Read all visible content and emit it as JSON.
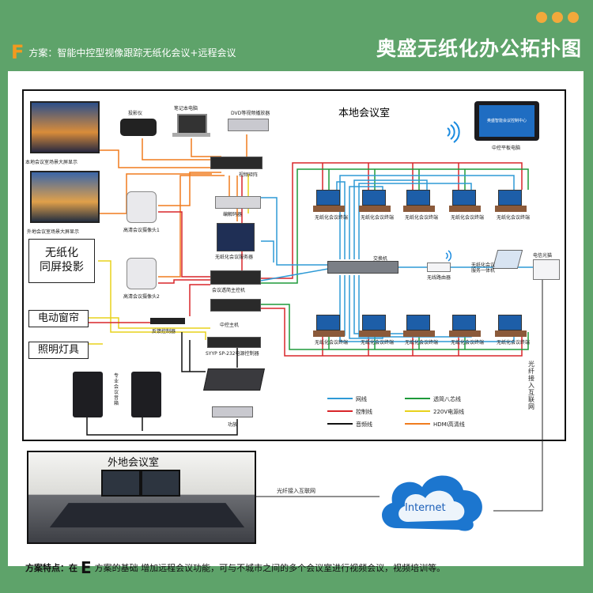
{
  "header": {
    "plan_letter": "F",
    "plan_text": "方案：智能中控型视像跟踪无纸化会议+远程会议",
    "title": "奥盛无纸化办公拓扑图"
  },
  "rooms": {
    "local": "本地会议室",
    "remote": "外地会议室"
  },
  "devices": {
    "projector": "投影仪",
    "laptop": "笔记本电脑",
    "dvd": "DVD等视频播放器",
    "screen1": "本地会议室场景大屏显示",
    "screen2": "外地会议室场景大屏显示",
    "matrix": "视频矩阵",
    "encoder": "编解码器",
    "server": "无纸化会议服务器",
    "cam1": "高清会议摄像头1",
    "cam2": "高清会议摄像头2",
    "tracker": "会议透简主控机",
    "central": "中控主机",
    "feedback": "反馈控制器",
    "power_ctrl": "SYYP SP-232电源控制器",
    "speakers": "专业会议音箱",
    "amp": "功放",
    "switch": "交换机",
    "router": "无线路由器",
    "kiosk": "无纸化会议服务一体机",
    "optical": "电信光猫",
    "tablet": "中控平板电脑",
    "tablet_screen": "奥盛智能会议控制中心",
    "terminal": "无纸化会议终端",
    "fiber": "光纤接入互联网",
    "internet": "Internet"
  },
  "boxes": {
    "projection": "无纸化\n同屏投影",
    "curtain": "电动窗帘",
    "lighting": "照明灯具"
  },
  "legend": [
    {
      "label": "网线",
      "color": "#2e9ad6"
    },
    {
      "label": "透简八芯线",
      "color": "#1e9a3a"
    },
    {
      "label": "控制线",
      "color": "#d8262a"
    },
    {
      "label": "220V电源线",
      "color": "#e8d21c"
    },
    {
      "label": "音频线",
      "color": "#111111"
    },
    {
      "label": "HDMI高清线",
      "color": "#f07c1e"
    }
  ],
  "footer": {
    "label": "方案特点：在",
    "letter": "E",
    "text": "方案的基础  增加远程会议功能，可与不城市之间的多个会议室进行视频会议，视频培训等。"
  },
  "colors": {
    "background": "#5ea36a",
    "accent": "#f29a1f"
  }
}
